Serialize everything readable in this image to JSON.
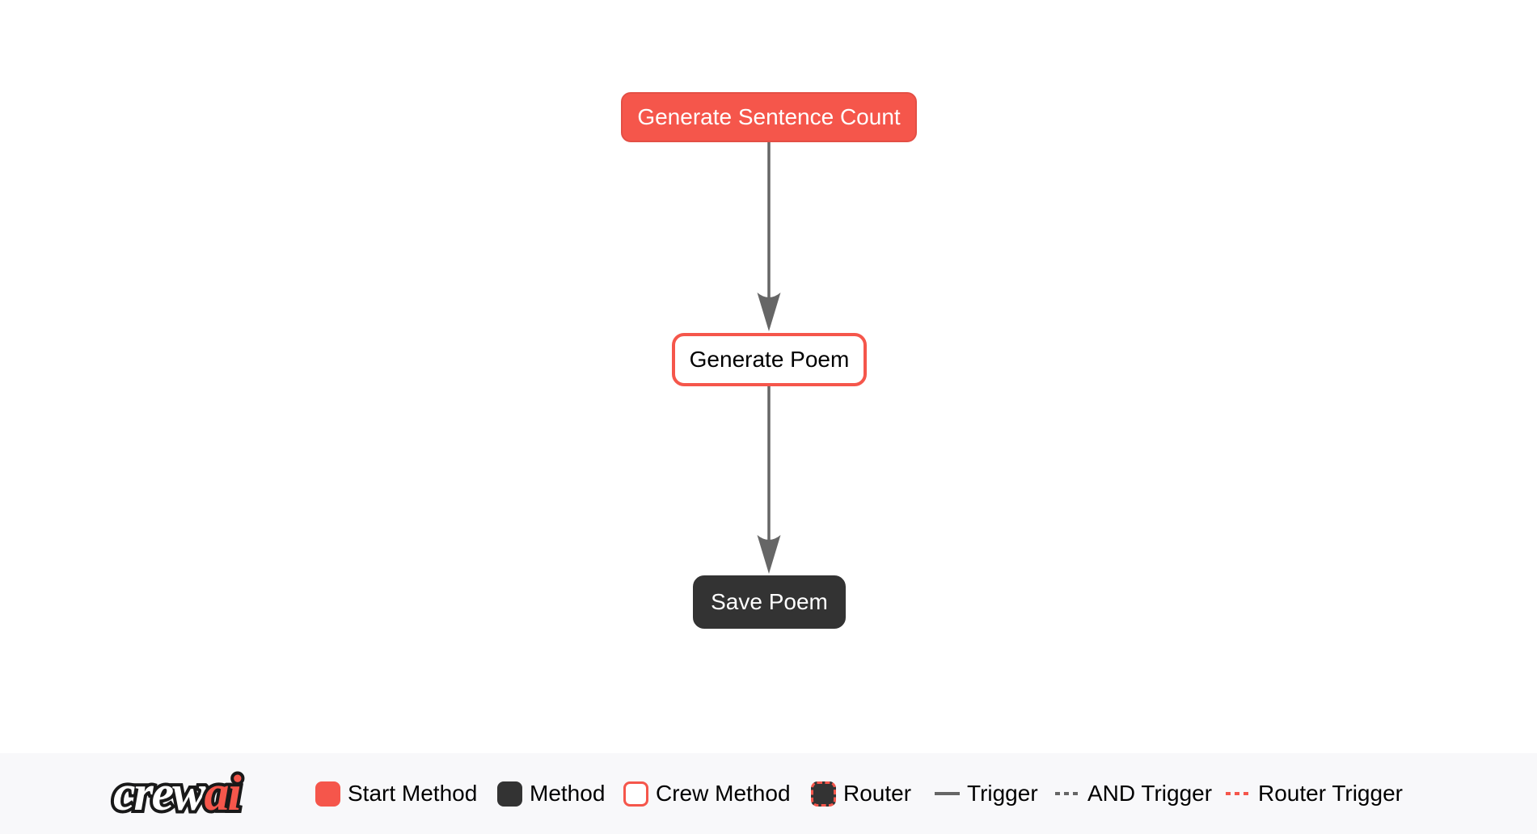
{
  "colors": {
    "canvas-bg": "#ffffff",
    "accent": "#f5564b",
    "accent-border": "#e34f45",
    "dark": "#333333",
    "edge": "#666666",
    "footer-bg": "#f8f8fa"
  },
  "diagram": {
    "nodes": [
      {
        "label": "Generate Sentence Count",
        "type": "start-method"
      },
      {
        "label": "Generate Poem",
        "type": "crew-method"
      },
      {
        "label": "Save Poem",
        "type": "method"
      }
    ],
    "edges": [
      {
        "from": "Generate Sentence Count",
        "to": "Generate Poem",
        "type": "trigger"
      },
      {
        "from": "Generate Poem",
        "to": "Save Poem",
        "type": "trigger"
      }
    ]
  },
  "footer": {
    "logo": {
      "crew": "crew",
      "ai": "ai"
    },
    "legend": [
      {
        "label": "Start Method",
        "swatch": "start"
      },
      {
        "label": "Method",
        "swatch": "method"
      },
      {
        "label": "Crew Method",
        "swatch": "crew"
      },
      {
        "label": "Router",
        "swatch": "router"
      },
      {
        "label": "Trigger",
        "swatch": "line-solid"
      },
      {
        "label": "AND Trigger",
        "swatch": "line-dashed"
      },
      {
        "label": "Router Trigger",
        "swatch": "line-dashed-red"
      }
    ]
  }
}
